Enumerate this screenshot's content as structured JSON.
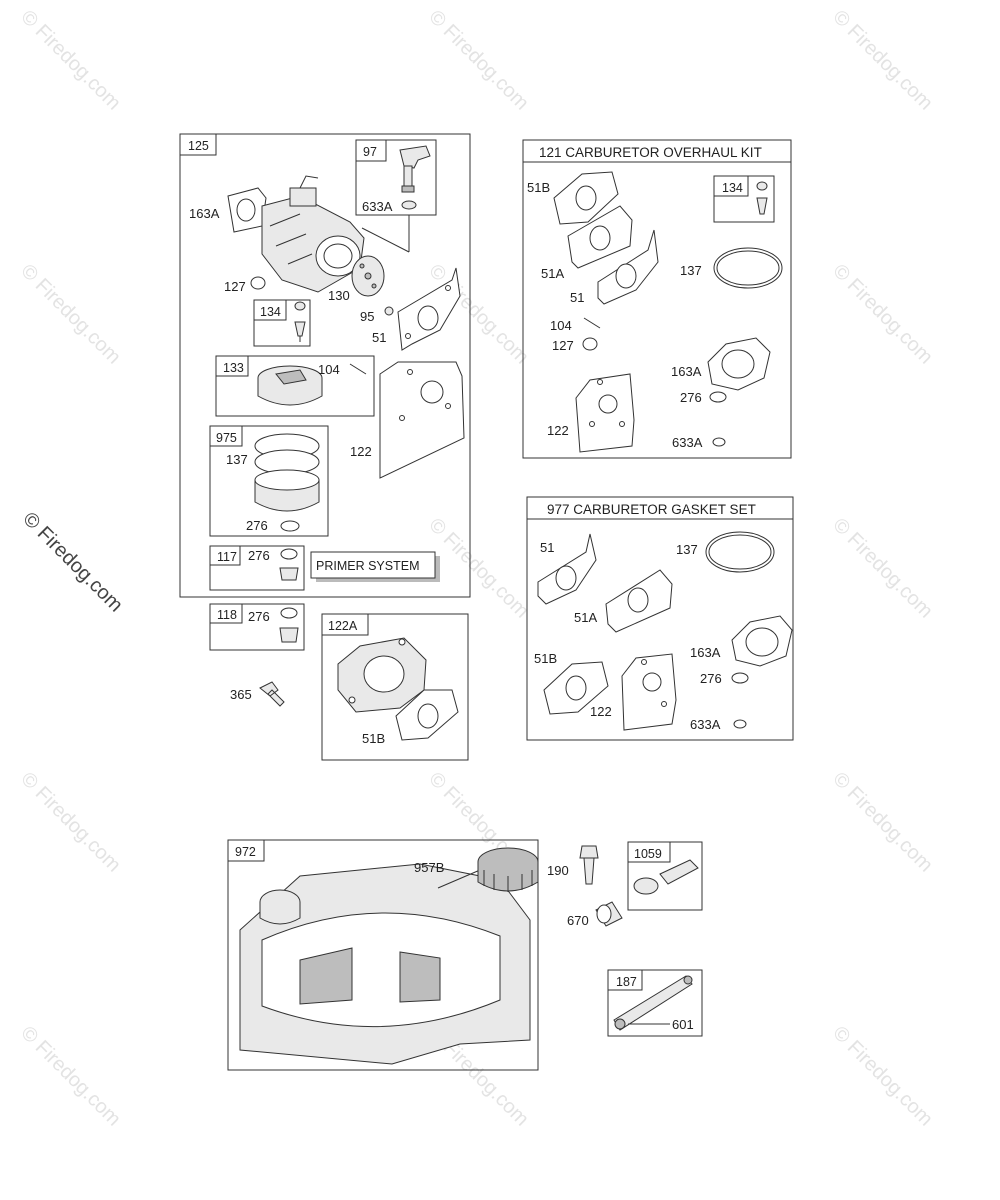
{
  "watermark": {
    "tile_text": "© Firedog.com",
    "side_text": "© Firedog.com"
  },
  "assembly_125": {
    "ref": "125",
    "sub_97": {
      "ref": "97",
      "label_633A": "633A"
    },
    "labels": {
      "163A": "163A",
      "127": "127",
      "130": "130",
      "95": "95",
      "51": "51",
      "104": "104",
      "122": "122",
      "137": "137",
      "276a": "276",
      "276b": "276"
    },
    "sub_134": {
      "ref": "134"
    },
    "sub_133": {
      "ref": "133"
    },
    "sub_975": {
      "ref": "975"
    },
    "sub_117": {
      "ref": "117"
    },
    "primer_label": "PRIMER SYSTEM"
  },
  "sub_118": {
    "ref": "118",
    "label_276": "276"
  },
  "label_365": "365",
  "sub_122A": {
    "ref": "122A",
    "label_51B": "51B"
  },
  "kit_121": {
    "title": "121 CARBURETOR OVERHAUL KIT",
    "sub_134": {
      "ref": "134"
    },
    "labels": {
      "51B": "51B",
      "51A": "51A",
      "51": "51",
      "104": "104",
      "127": "127",
      "137": "137",
      "163A": "163A",
      "276": "276",
      "122": "122",
      "633A": "633A"
    }
  },
  "kit_977": {
    "title": "977 CARBURETOR GASKET SET",
    "labels": {
      "51": "51",
      "137": "137",
      "51A": "51A",
      "51B": "51B",
      "163A": "163A",
      "276": "276",
      "122": "122",
      "633A": "633A"
    }
  },
  "assembly_972": {
    "ref": "972",
    "label_957B": "957B"
  },
  "label_190": "190",
  "label_670": "670",
  "sub_1059": {
    "ref": "1059"
  },
  "sub_187": {
    "ref": "187",
    "label_601": "601"
  }
}
